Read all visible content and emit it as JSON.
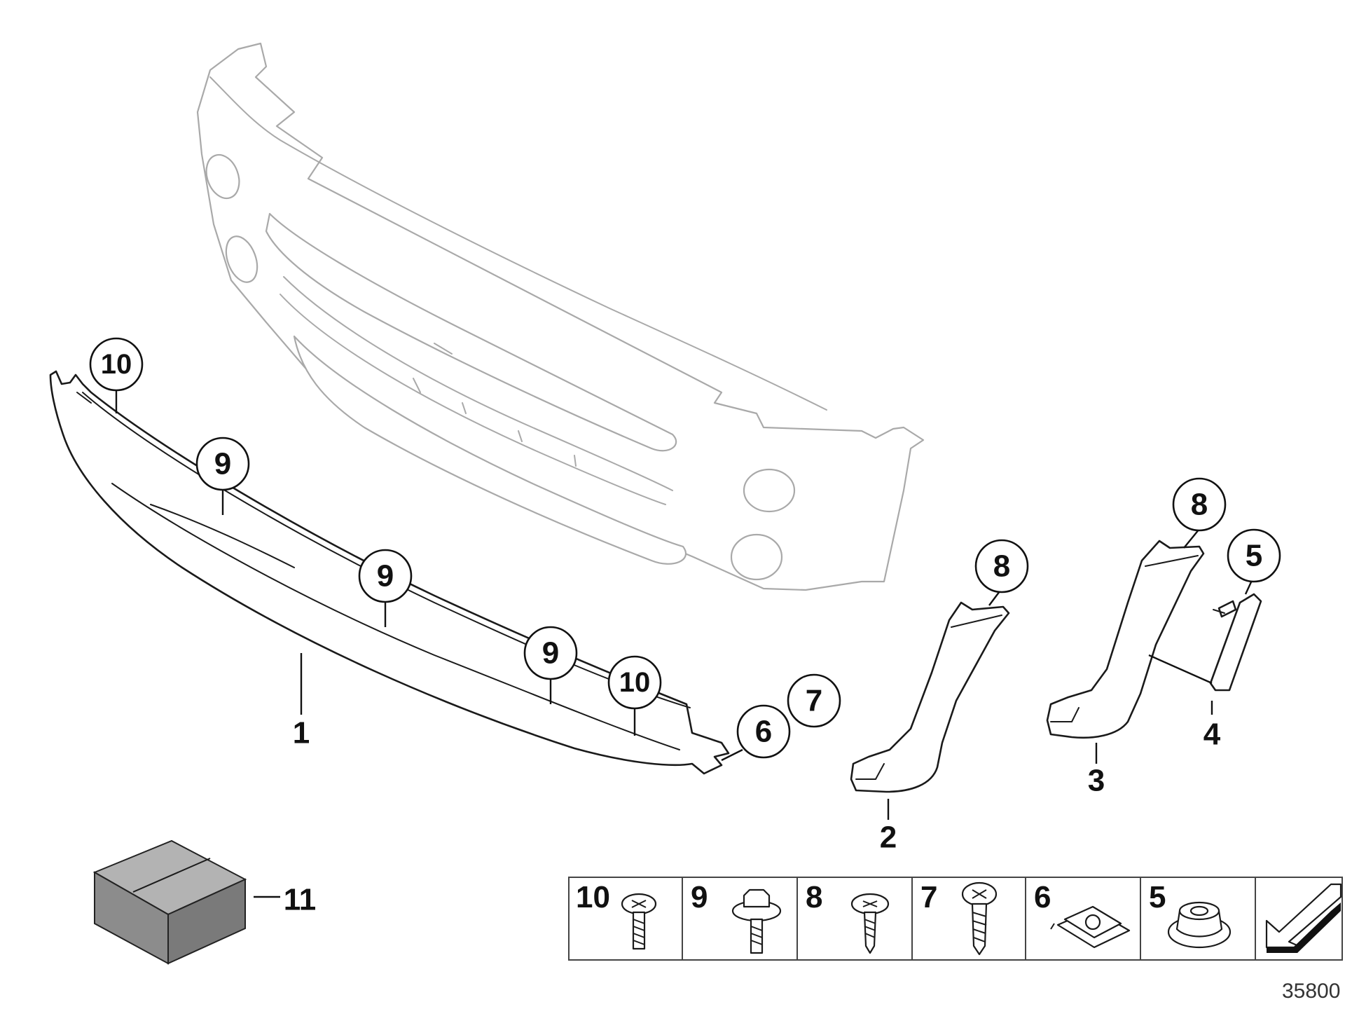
{
  "diagram": {
    "part_callouts": [
      "1",
      "2",
      "3",
      "4",
      "11"
    ],
    "bubble_callouts": {
      "b10_left": "10",
      "b9_a": "9",
      "b9_b": "9",
      "b9_c": "9",
      "b10_right": "10",
      "b6": "6",
      "b7": "7",
      "b8_a": "8",
      "b8_b": "8",
      "b5": "5"
    },
    "hardware_table": {
      "cells": [
        {
          "number": "10",
          "icon": "screw-icon"
        },
        {
          "number": "9",
          "icon": "hex-bolt-icon"
        },
        {
          "number": "8",
          "icon": "screw-icon"
        },
        {
          "number": "7",
          "icon": "screw-icon"
        },
        {
          "number": "6",
          "icon": "clip-nut-icon"
        },
        {
          "number": "5",
          "icon": "grommet-icon"
        },
        {
          "number": "",
          "icon": "direction-arrow-icon"
        }
      ]
    },
    "drawing_number": "35800"
  }
}
